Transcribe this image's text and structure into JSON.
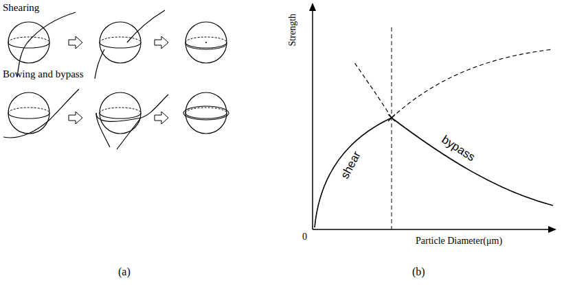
{
  "diagram": {
    "labels": [
      "Shearing",
      "Bowing and bypass",
      "Strength",
      "0",
      "Particle Diameter(μm)",
      "shear",
      "bypass",
      "(a)",
      "(b)"
    ]
  }
}
